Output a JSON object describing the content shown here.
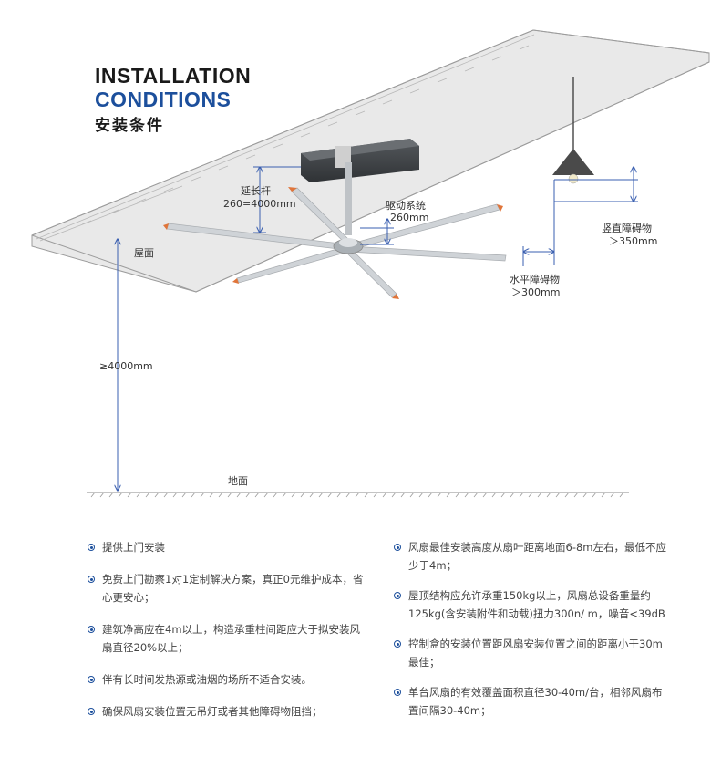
{
  "header": {
    "title_line1": "INSTALLATION",
    "title_line2": "CONDITIONS",
    "title_cn": "安装条件"
  },
  "diagram": {
    "labels": {
      "roof": "屋面",
      "extension_rod": "延长杆",
      "extension_rod_range": "260=4000mm",
      "drive_system": "驱动系统",
      "drive_system_size": "260mm",
      "vertical_obstacle": "竖直障碍物",
      "vertical_obstacle_value": "＞350mm",
      "horizontal_obstacle": "水平障碍物",
      "horizontal_obstacle_value": "＞300mm",
      "height_value": "≥4000mm",
      "ground": "地面"
    },
    "colors": {
      "accent_blue": "#1c4f9c",
      "dimension_line": "#3a5fb0",
      "ceiling_fill": "#e9e9e9",
      "ceiling_edge": "#9c9c9c",
      "control_box": "#3e4246",
      "blade": "#cfd3d7",
      "blade_tip": "#e0753a",
      "lamp": "#4a4a4a"
    }
  },
  "notes": {
    "left": [
      "提供上门安装",
      "免费上门勘察1对1定制解决方案，真正0元维护成本，省心更安心；",
      "建筑净高应在4m以上，构造承重柱间距应大于拟安装风扇直径20%以上；",
      "伴有长时间发热源或油烟的场所不适合安装。",
      "确保风扇安装位置无吊灯或者其他障碍物阻挡；"
    ],
    "right": [
      "风扇最佳安装高度从扇叶距离地面6-8m左右，最低不应少于4m；",
      "屋顶结构应允许承重150kg以上，风扇总设备重量约125kg(含安装附件和动载)扭力300n/ m，噪音<39dB",
      "控制盒的安装位置距风扇安装位置之间的距离小于30m最佳；",
      "单台风扇的有效覆盖面积直径30-40m/台，相邻风扇布置间隔30-40m；"
    ]
  }
}
